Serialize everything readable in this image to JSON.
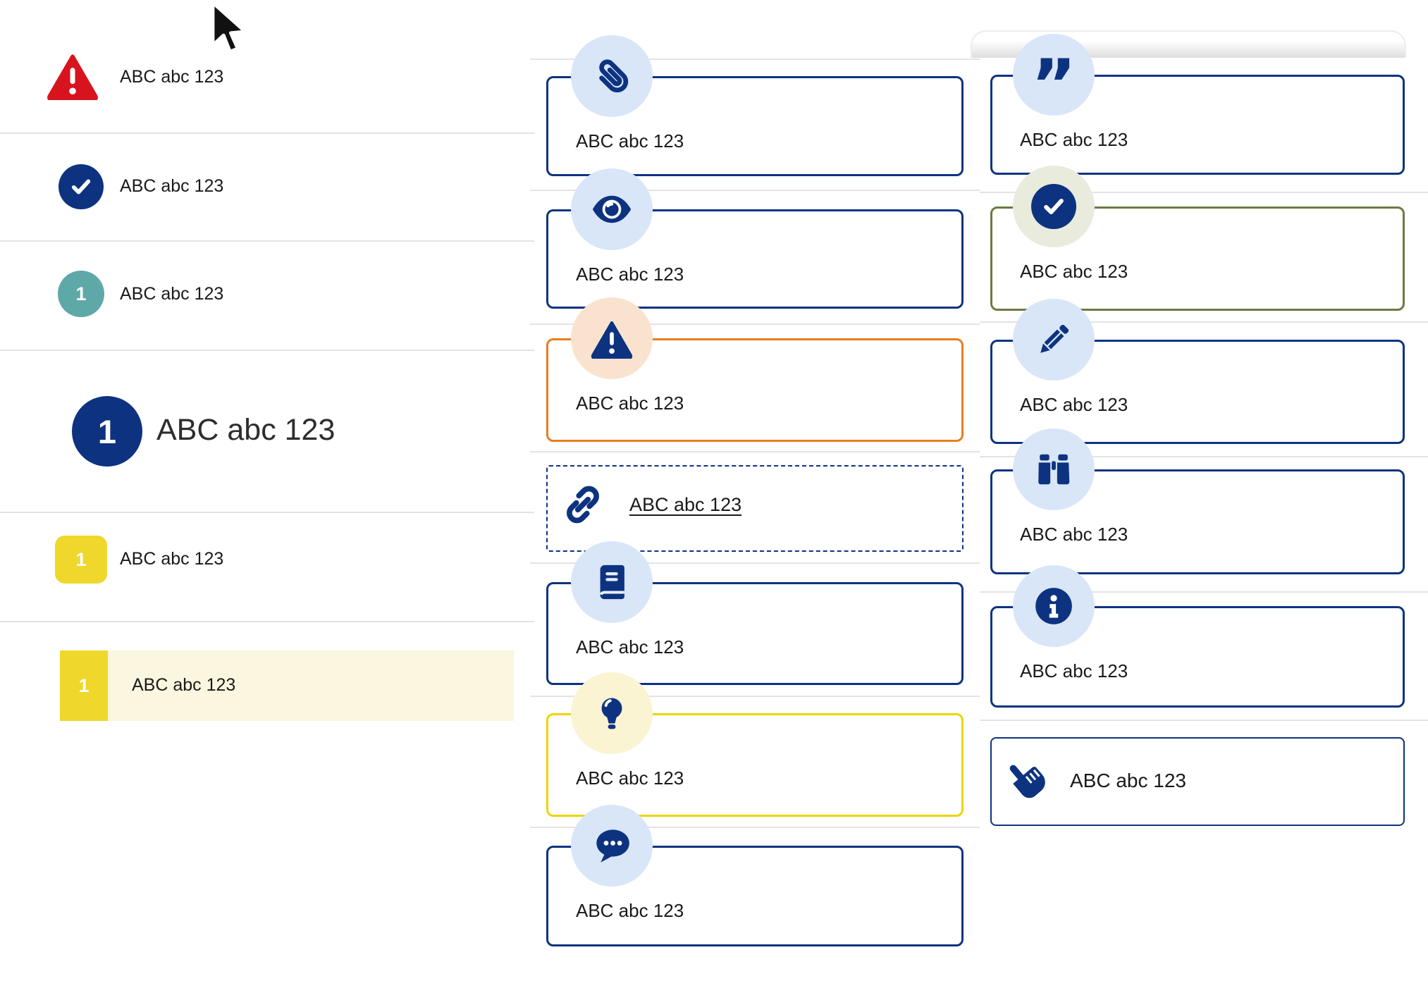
{
  "left": {
    "rows": [
      {
        "type": "alert",
        "label": "ABC abc 123"
      },
      {
        "type": "success",
        "label": "ABC abc 123"
      },
      {
        "type": "step-teal",
        "badge": "1",
        "label": "ABC abc 123"
      },
      {
        "type": "step-large",
        "badge": "1",
        "label": "ABC abc 123"
      },
      {
        "type": "step-yellow",
        "badge": "1",
        "label": "ABC abc 123"
      },
      {
        "type": "step-highlighted",
        "badge": "1",
        "label": "ABC abc 123"
      }
    ]
  },
  "middle": {
    "callouts": [
      {
        "icon": "paperclip-icon",
        "label": "ABC abc 123",
        "border": "#0d3380",
        "badge_bg": "#d9e6f8"
      },
      {
        "icon": "eye-icon",
        "label": "ABC abc 123",
        "border": "#0d3380",
        "badge_bg": "#d9e6f8"
      },
      {
        "icon": "warning-icon",
        "label": "ABC abc 123",
        "border": "#e87e20",
        "badge_bg": "#fae3ce"
      },
      {
        "icon": "link-icon",
        "label": "ABC abc 123",
        "border": "#0d3380",
        "style": "dashed"
      },
      {
        "icon": "book-icon",
        "label": "ABC abc 123",
        "border": "#0d3380",
        "badge_bg": "#d9e6f8"
      },
      {
        "icon": "lightbulb-icon",
        "label": "ABC abc 123",
        "border": "#eed500",
        "badge_bg": "#faf4d2"
      },
      {
        "icon": "chat-icon",
        "label": "ABC abc 123",
        "border": "#0d3380",
        "badge_bg": "#d9e6f8"
      }
    ]
  },
  "right": {
    "callouts": [
      {
        "icon": "quote-icon",
        "glyph": "”",
        "label": "ABC abc 123",
        "border": "#0d3380",
        "badge_bg": "#d9e6f8"
      },
      {
        "icon": "check-icon",
        "label": "ABC abc 123",
        "border": "#6a7b42",
        "badge_bg": "#e9ebdd"
      },
      {
        "icon": "pencil-icon",
        "label": "ABC abc 123",
        "border": "#0d3380",
        "badge_bg": "#d9e6f8"
      },
      {
        "icon": "binoculars-icon",
        "label": "ABC abc 123",
        "border": "#0d3380",
        "badge_bg": "#d9e6f8"
      },
      {
        "icon": "info-icon",
        "label": "ABC abc 123",
        "border": "#0d3380",
        "badge_bg": "#d9e6f8"
      },
      {
        "icon": "hand-pointer-icon",
        "label": "ABC abc 123",
        "border": "#0d3380",
        "style": "thin-button"
      }
    ]
  },
  "colors": {
    "navy": "#0d3380",
    "red": "#d7141e",
    "teal": "#5fa8a8",
    "yellow": "#efd72b",
    "yellow_border": "#eed500",
    "orange": "#e87e20",
    "olive": "#6a7b42",
    "badge_blue": "#d9e6f8",
    "badge_peach": "#fae3ce",
    "badge_pale_yellow": "#faf4d2",
    "badge_pale_green": "#e9ebdd",
    "highlight_row": "#faf6df",
    "separator": "#e3e3e3",
    "text": "#1a1a1a"
  }
}
